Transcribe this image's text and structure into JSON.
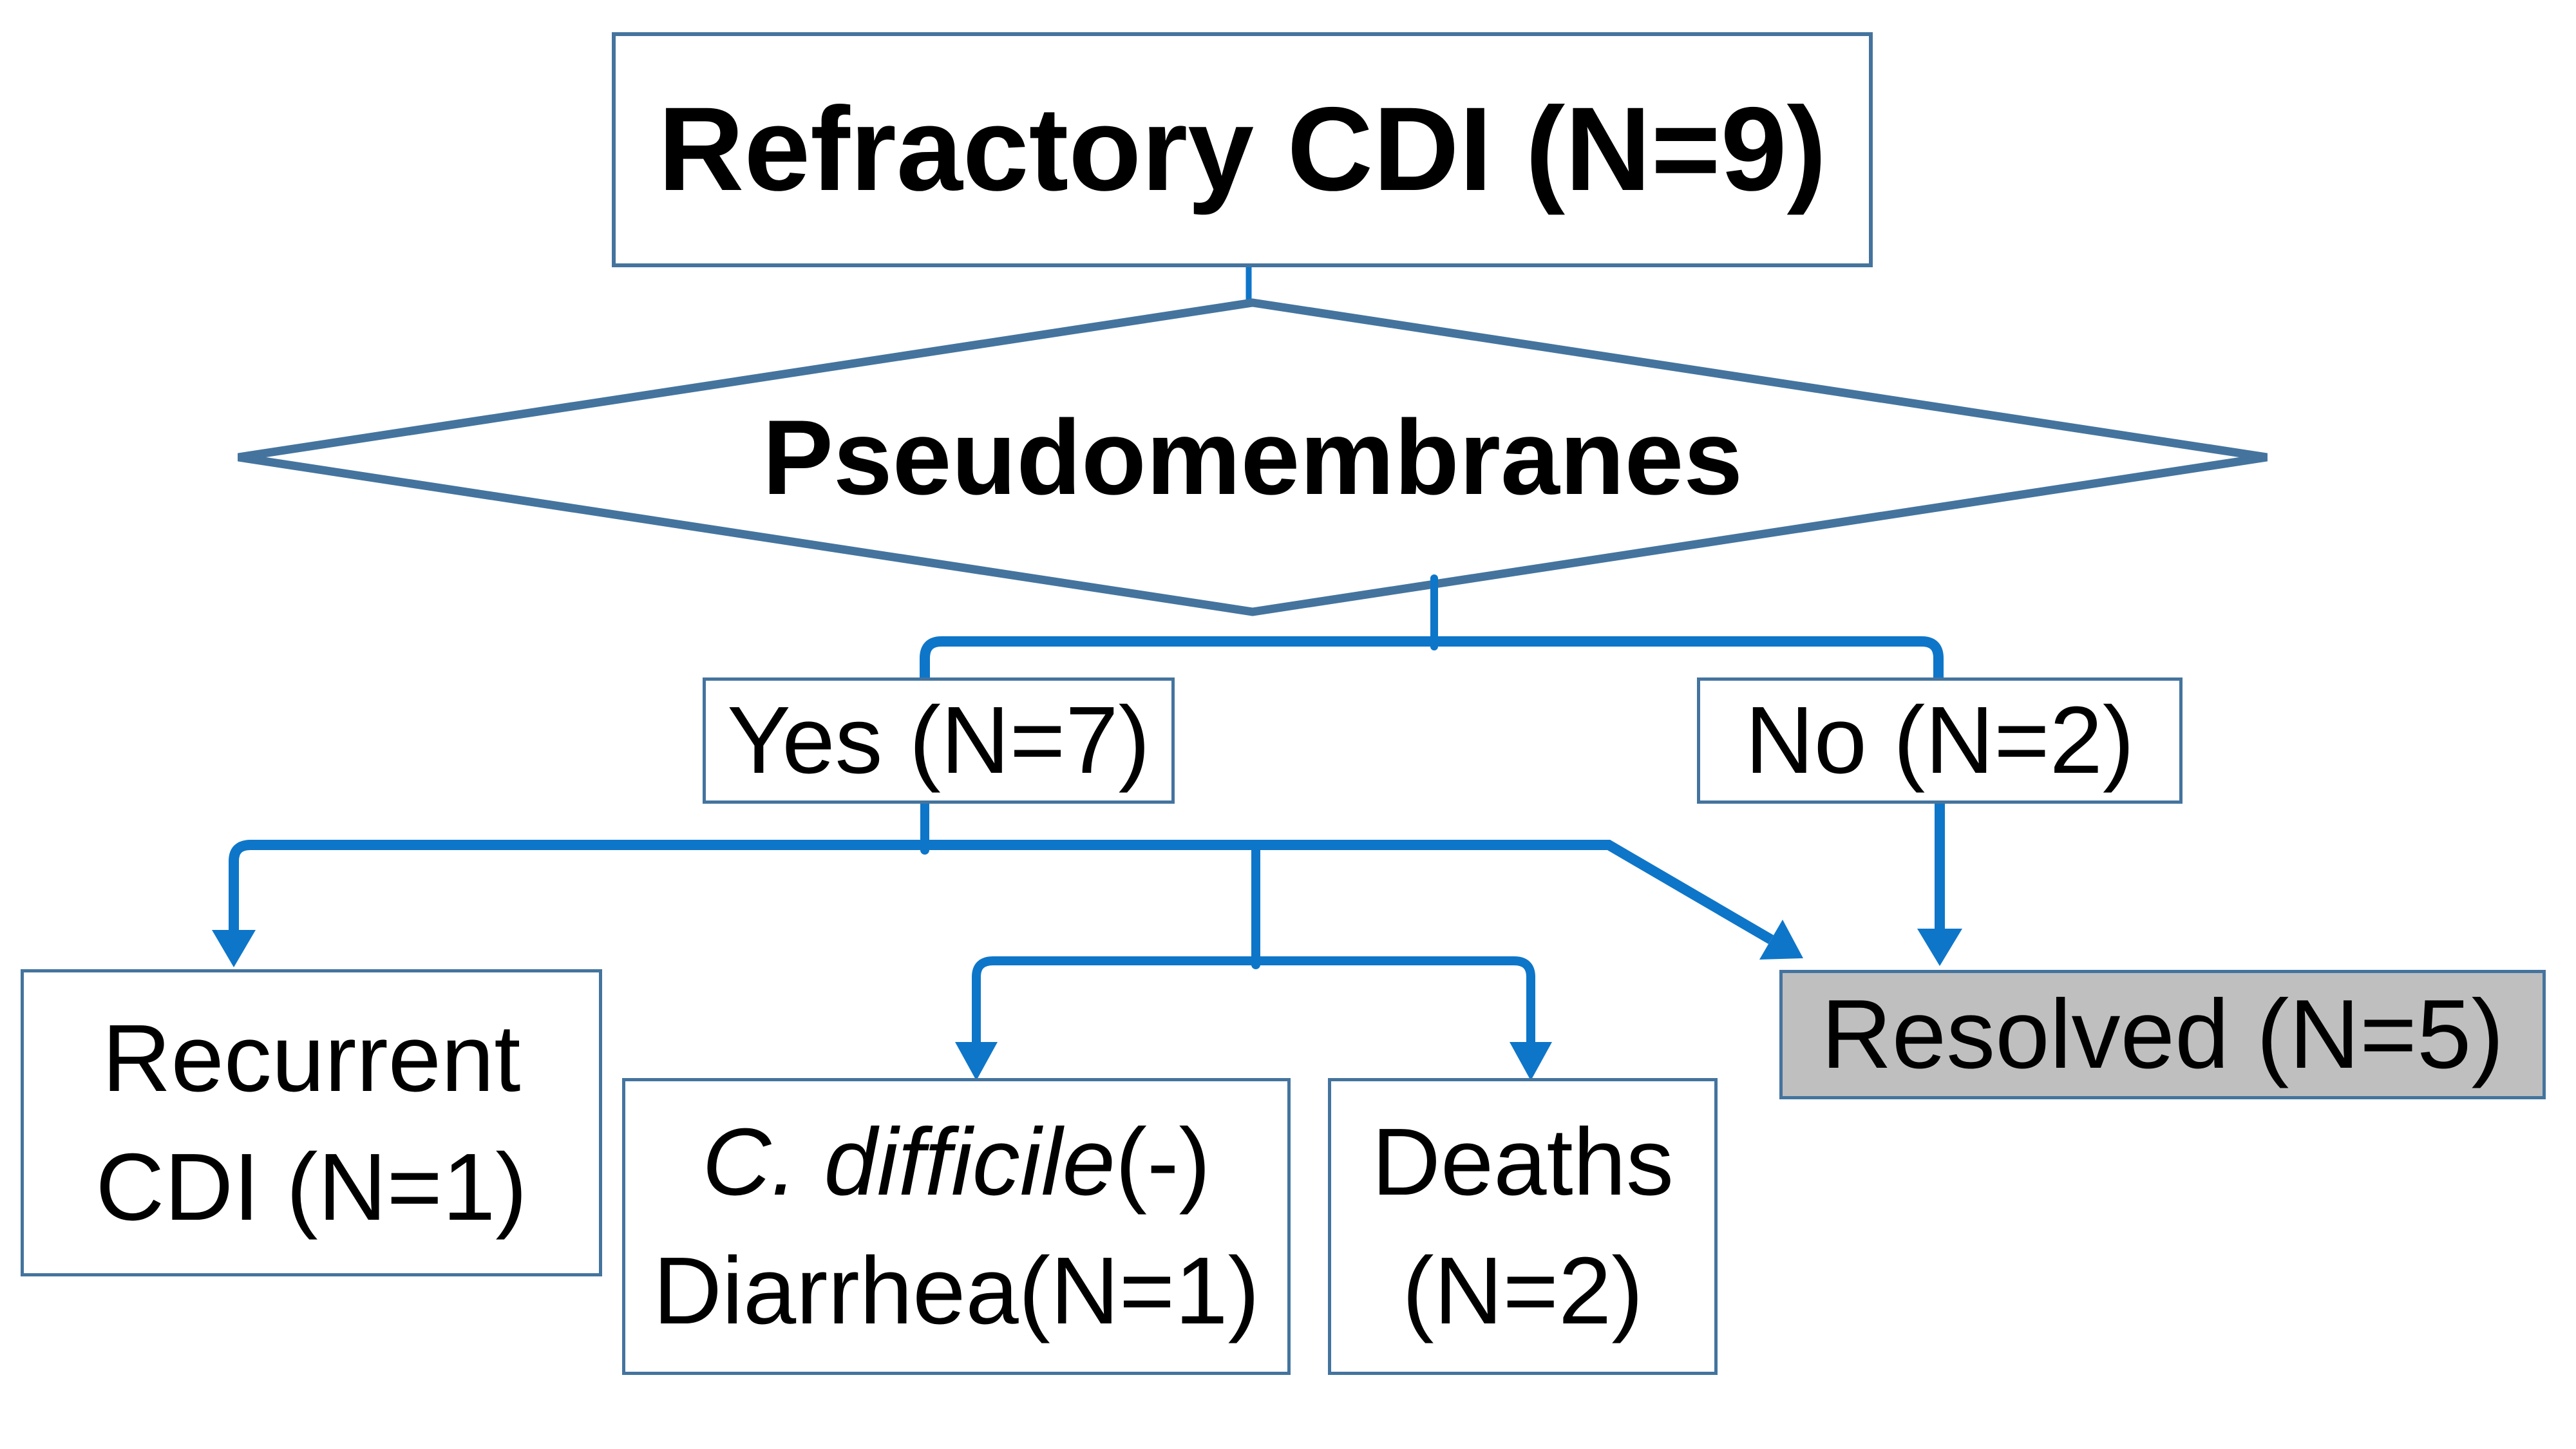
{
  "flowchart": {
    "title": "Refractory CDI (N=9)",
    "decision_label": "Pseudomembranes",
    "branch_yes": "Yes (N=7)",
    "branch_no": "No (N=2)",
    "recurrent_line1": "Recurrent",
    "recurrent_line2": "CDI (N=1)",
    "cdiff_line1_italic": "C. difficile",
    "cdiff_line1_rest": "(-)",
    "cdiff_line2": "Diarrhea(N=1)",
    "deaths_line1": "Deaths",
    "deaths_line2": "(N=2)",
    "resolved": "Resolved (N=5)"
  },
  "colors": {
    "connector_blue": "#0E76C8",
    "border_blue": "#44749E",
    "resolved_fill": "#BFBFBF",
    "text": "#000000",
    "background": "#FFFFFF"
  }
}
